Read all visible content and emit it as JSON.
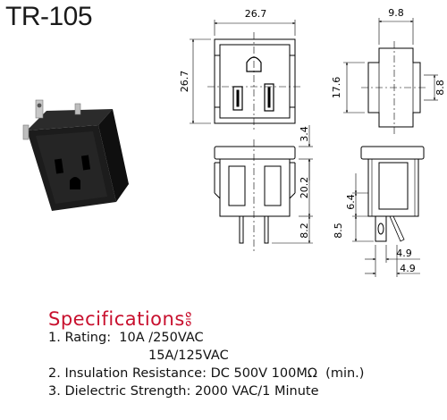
{
  "title": "TR-105",
  "dimensions": {
    "front_width": "26.7",
    "front_height": "26.7",
    "side_top_width": "9.8",
    "side_height": "17.6",
    "side_inner": "8.8",
    "flange": "3.4",
    "body_height": "20.2",
    "pin_length": "8.2",
    "side_upper": "6.4",
    "side_pin": "8.5",
    "pin_spacing_a": "4.9",
    "pin_spacing_b": "4.9"
  },
  "specs": {
    "heading": "Specifications༔",
    "rating_label": "1. Rating:  10A /250VAC",
    "rating_2": "15A/125VAC",
    "insulation": "2. Insulation Resistance: DC 500V 100MΩ  (min.)",
    "dielectric": "3. Dielectric Strength: 2000 VAC/1 Minute"
  }
}
